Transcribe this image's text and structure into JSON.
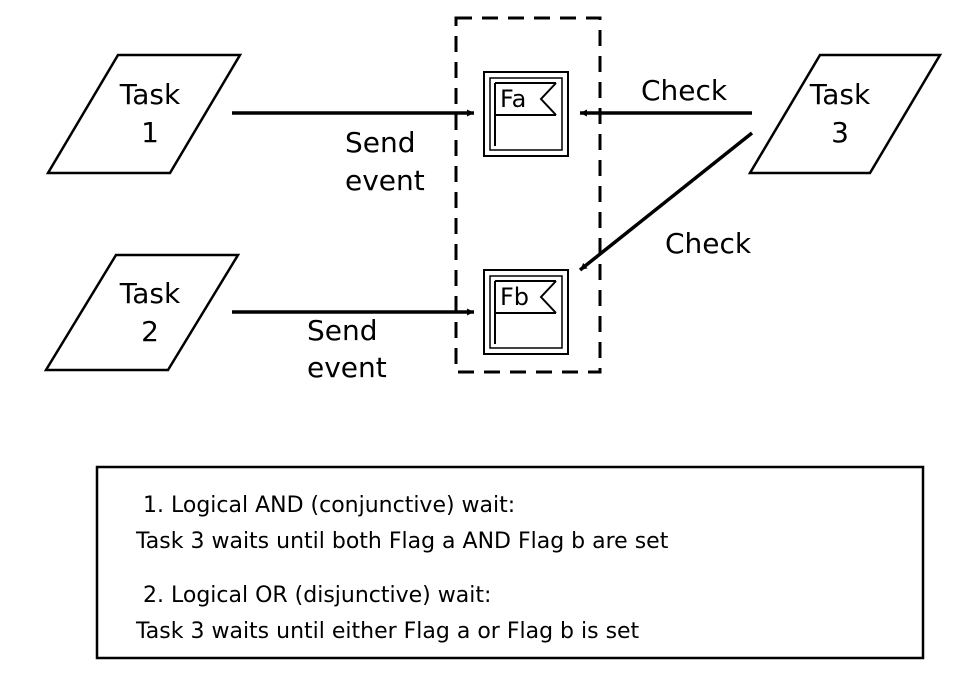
{
  "tasks": {
    "task1": {
      "line1": "Task",
      "line2": "1"
    },
    "task2": {
      "line1": "Task",
      "line2": "2"
    },
    "task3": {
      "line1": "Task",
      "line2": "3"
    }
  },
  "flags": {
    "a": {
      "label": "Fa"
    },
    "b": {
      "label": "Fb"
    }
  },
  "edges": {
    "task1_to_fa": {
      "line1": "Send",
      "line2": "event"
    },
    "task2_to_fb": {
      "line1": "Send",
      "line2": "event"
    },
    "task3_check_fa": {
      "label": "Check"
    },
    "task3_check_fb": {
      "label": "Check"
    }
  },
  "notes": {
    "and_heading": "1.  Logical AND (conjunctive) wait:",
    "and_desc": "Task 3 waits until both Flag a AND Flag b are set",
    "or_heading": "2.  Logical OR (disjunctive) wait:",
    "or_desc": "Task 3 waits until either Flag a or Flag b is set"
  },
  "colors": {
    "stroke": "#000000",
    "background": "#ffffff"
  }
}
